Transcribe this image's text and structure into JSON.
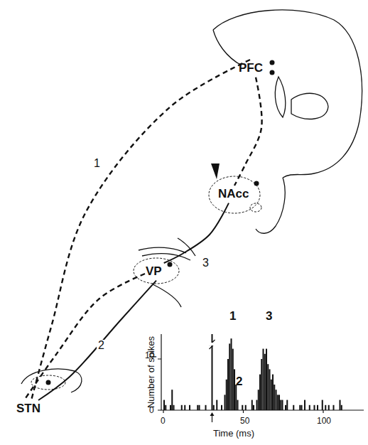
{
  "diagram": {
    "nodes": [
      {
        "text": [
          "PFC"
        ]
      },
      {
        "text": [
          "NAcc"
        ]
      },
      {
        "text": [
          "VP"
        ]
      },
      {
        "text": [
          "STN"
        ]
      }
    ],
    "edges": [
      {
        "from": 0,
        "to": 3,
        "arrow": "none",
        "label": "1"
      },
      {
        "from": 0,
        "to": 1,
        "arrow": "none"
      },
      {
        "from": 1,
        "to": 2,
        "arrow": "none",
        "label": "3"
      },
      {
        "from": 2,
        "to": 3,
        "arrow": "none",
        "label": "2"
      },
      {
        "from": 2,
        "to": 3,
        "arrow": "none"
      }
    ],
    "labels": [
      "1",
      "3",
      "2",
      "Number of spikes",
      "0",
      "10",
      "0",
      "50",
      "100",
      "Time (ms)"
    ]
  }
}
